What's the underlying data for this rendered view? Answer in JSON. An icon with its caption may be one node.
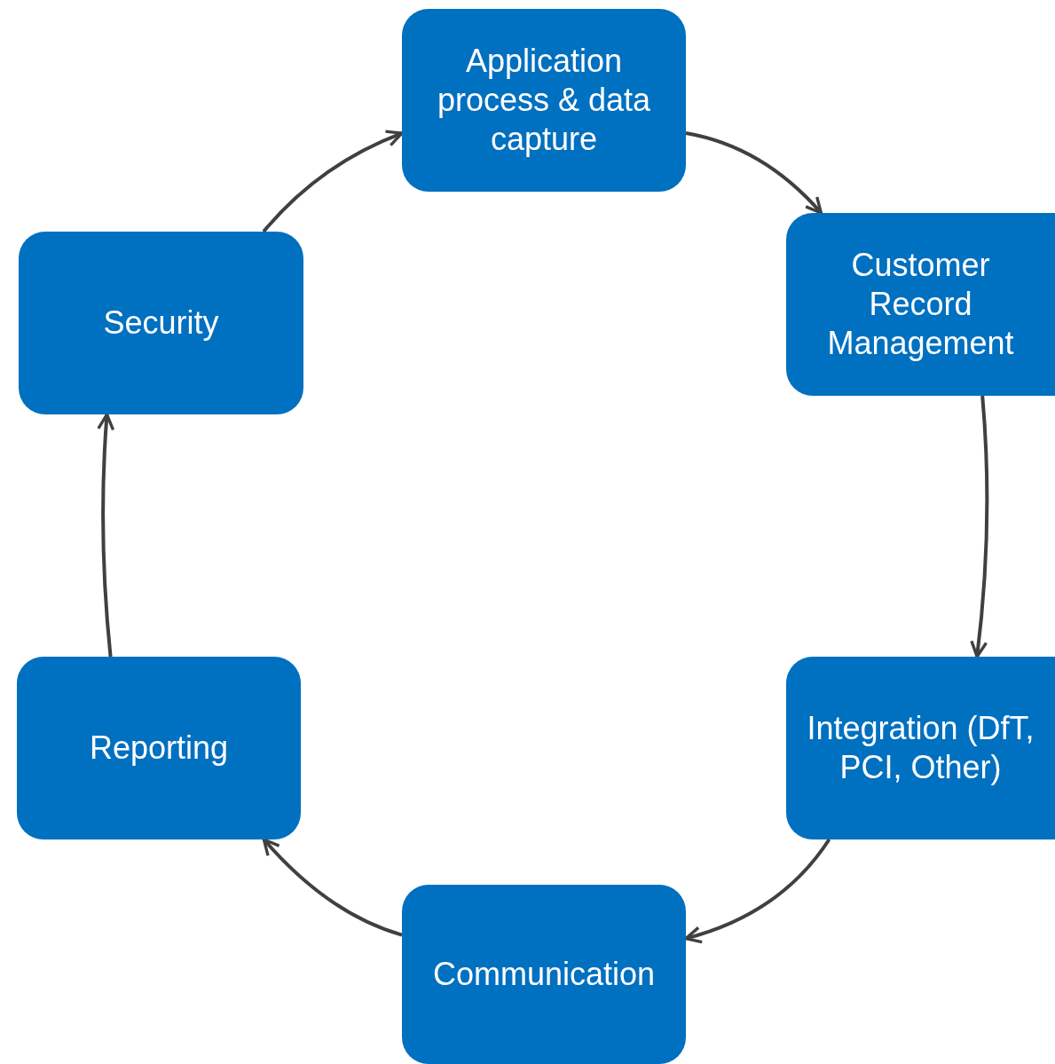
{
  "diagram": {
    "nodes": [
      {
        "text": [
          "Application process & data capture"
        ]
      },
      {
        "text": [
          "Customer Record Management"
        ]
      },
      {
        "text": [
          "Integration (DfT, PCI, Other)"
        ]
      },
      {
        "text": [
          "Communication"
        ]
      },
      {
        "text": [
          "Reporting"
        ]
      },
      {
        "text": [
          "Security"
        ]
      }
    ],
    "edges": [
      {
        "from": 0,
        "to": 1,
        "arrow": "to"
      },
      {
        "from": 1,
        "to": 2,
        "arrow": "to"
      },
      {
        "from": 2,
        "to": 3,
        "arrow": "to"
      },
      {
        "from": 3,
        "to": 4,
        "arrow": "to"
      },
      {
        "from": 4,
        "to": 5,
        "arrow": "to"
      },
      {
        "from": 5,
        "to": 0,
        "arrow": "to"
      }
    ]
  }
}
